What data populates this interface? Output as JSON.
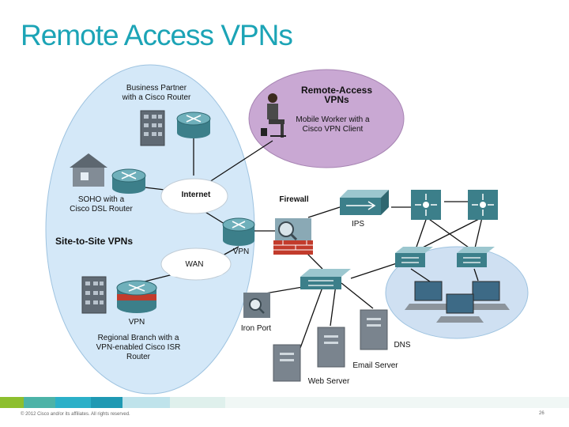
{
  "slide": {
    "title": "Remote Access VPNs",
    "footer_left": "© 2012 Cisco and/or its affiliates. All rights reserved.",
    "page_number": "26"
  },
  "colors": {
    "title": "#1ca4b6",
    "site_to_site_zone": "#d4e8f8",
    "remote_access_zone": "#c9a8d3",
    "lan_zone": "#cfe0f2",
    "device_teal": "#3c7f8a",
    "firewall_red": "#c23b2c"
  },
  "labels": {
    "business_partner": "Business Partner\nwith a Cisco Router",
    "remote_access_vpns": "Remote-Access VPNs",
    "mobile_worker": "Mobile Worker with a\nCisco VPN Client",
    "soho": "SOHO with a\nCisco DSL Router",
    "internet": "Internet",
    "firewall": "Firewall",
    "ips": "IPS",
    "site_to_site_vpns": "Site-to-Site VPNs",
    "vpn_router": "VPN",
    "wan": "WAN",
    "vpn_branch": "VPN",
    "ironport": "Iron Port",
    "regional_branch": "Regional Branch with a\nVPN-enabled Cisco ISR\nRouter",
    "dns": "DNS",
    "email_server": "Email Server",
    "web_server": "Web Server"
  },
  "icons": {
    "building": "office-building-icon",
    "house": "house-icon",
    "router": "router-icon",
    "cloud": "cloud-icon",
    "person": "mobile-worker-icon",
    "firewall": "firewall-icon",
    "switch": "switch-icon",
    "server": "server-icon",
    "laptop": "laptop-icon",
    "ips": "ips-appliance-icon"
  }
}
